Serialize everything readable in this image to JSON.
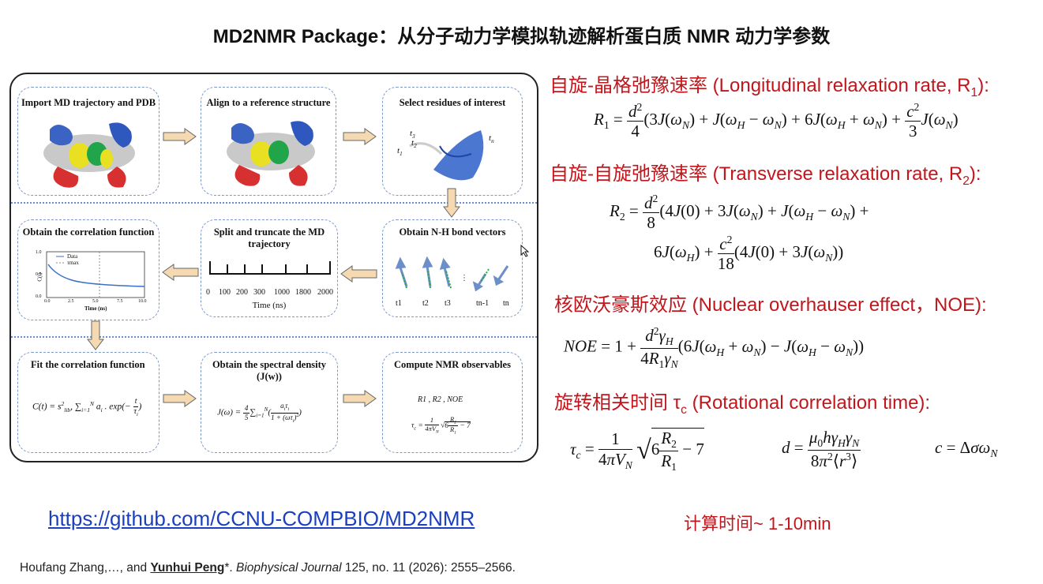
{
  "title": "MD2NMR Package：从分子动力学模拟轨迹解析蛋白质 NMR 动力学参数",
  "workflow": {
    "steps": [
      {
        "title": "Import MD trajectory and PDB"
      },
      {
        "title": "Align to a reference structure"
      },
      {
        "title": "Select residues of interest"
      },
      {
        "title": "Obtain N-H bond vectors"
      },
      {
        "title": "Split and truncate the MD trajectory"
      },
      {
        "title": "Obtain the correlation function"
      },
      {
        "title": "Fit the correlation function"
      },
      {
        "title": "Obtain the spectral density (J(w))"
      },
      {
        "title": "Compute NMR observables"
      }
    ],
    "residue_labels": [
      "t",
      "t",
      "t",
      "t"
    ],
    "residue_subs": [
      "1",
      "2",
      "3",
      "n"
    ],
    "vector_labels": [
      "t1",
      "t2",
      "t3",
      "tn-1",
      "tn"
    ],
    "timeline": {
      "ticks": [
        "0",
        "100",
        "200",
        "300",
        "1000",
        "1800",
        "2000"
      ],
      "xlabel": "Time (ns)"
    },
    "corr_plot": {
      "ylabel": "C(t)",
      "xlabel": "Time (ns)",
      "yticks": [
        "1.0",
        "0.5",
        "0.0"
      ],
      "xticks": [
        "0.0",
        "2.5",
        "5.0",
        "7.5",
        "10.0"
      ],
      "legend": [
        "Data",
        "τmax"
      ]
    },
    "observables": "R1 , R2 , NOE"
  },
  "sections": [
    {
      "head": "自旋-晶格弛豫速率 (Longitudinal relaxation rate, R",
      "sub": "1",
      "tail": "):"
    },
    {
      "head": "自旋-自旋弛豫速率 (Transverse relaxation rate, R",
      "sub": "2",
      "tail": "):"
    },
    {
      "head": "核欧沃豪斯效应 (Nuclear overhauser effect，NOE):"
    },
    {
      "head": "旋转相关时间 τ",
      "sub": "c",
      "tail": " (Rotational correlation time):"
    }
  ],
  "link": "https://github.com/CCNU-COMPBIO/MD2NMR",
  "calc_time": "计算时间~ 1-10min",
  "citation": {
    "authors_pre": "Houfang Zhang,…, and ",
    "author_bold": "Yunhui Peng",
    "star": "*. ",
    "journal": "Biophysical Journal",
    "rest": " 125, no. 11 (2026): 2555–2566."
  },
  "colors": {
    "accent_red": "#c0161c",
    "link_blue": "#1a3fbf",
    "dashed_border": "#7a99c8",
    "arrow_fill": "#f5d9b0"
  }
}
